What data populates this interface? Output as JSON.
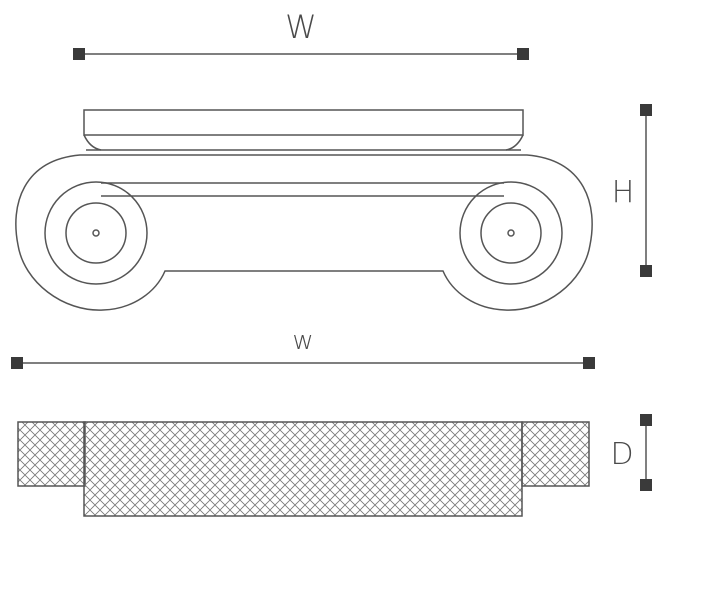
{
  "labels": {
    "top_width": "W",
    "height": "H",
    "overall_width": "w",
    "depth": "D"
  },
  "colors": {
    "stroke": "#555555",
    "marker": "#3a3a3a",
    "background": "#ffffff"
  }
}
